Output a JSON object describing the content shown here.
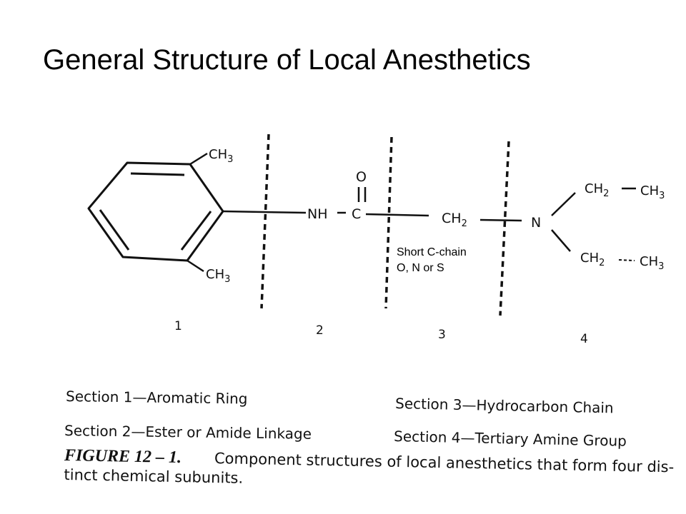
{
  "title": "General Structure of Local Anesthetics",
  "structure": {
    "ring_substituent_top": "CH3",
    "ring_substituent_bottom": "CH3",
    "amide_nh": "NH",
    "carbonyl_c": "C",
    "carbonyl_o": "O",
    "chain_ch2": "CH2",
    "amine_n": "N",
    "ethyl_upper_ch2": "CH2",
    "ethyl_upper_ch3": "CH3",
    "ethyl_lower_ch2": "CH2",
    "ethyl_lower_ch3": "CH3"
  },
  "section_numbers": [
    "1",
    "2",
    "3",
    "4"
  ],
  "annotation": {
    "line1": "Short C-chain",
    "line2": "O, N or S"
  },
  "legend": {
    "section1": "Section 1—Aromatic Ring",
    "section2": "Section 2—Ester or Amide Linkage",
    "section3": "Section 3—Hydrocarbon Chain",
    "section4": "Section 4—Tertiary Amine Group"
  },
  "caption": {
    "label": "FIGURE 12 – 1.",
    "line1": "Component structures of local anesthetics that form four dis-",
    "line2": "tinct chemical subunits."
  }
}
